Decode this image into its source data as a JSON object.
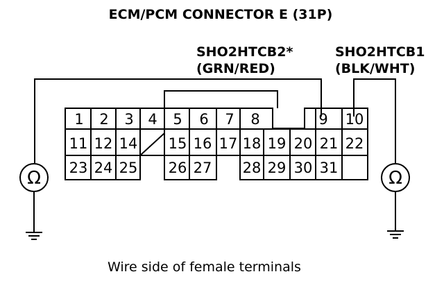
{
  "title": "ECM/PCM CONNECTOR E (31P)",
  "wires": {
    "left": {
      "name": "SHO2HTCB2*",
      "color": "(GRN/RED)"
    },
    "right": {
      "name": "SHO2HTCB1",
      "color": "(BLK/WHT)"
    }
  },
  "meter_symbol": "Ω",
  "meter_icon": "ohmmeter-icon",
  "ground_icon": "ground-icon",
  "pins": [
    "1",
    "2",
    "3",
    "4",
    "5",
    "6",
    "7",
    "8",
    "9",
    "10",
    "11",
    "12",
    "14",
    "15",
    "16",
    "17",
    "18",
    "19",
    "20",
    "21",
    "22",
    "23",
    "24",
    "25",
    "26",
    "27",
    "28",
    "29",
    "30",
    "31"
  ],
  "caption": "Wire side of female terminals"
}
